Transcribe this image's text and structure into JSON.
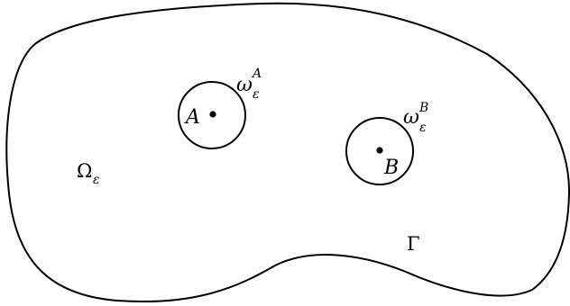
{
  "diagram": {
    "domain_label": {
      "base": "Ω",
      "sub": "ε"
    },
    "boundary_label": "Γ",
    "point_a": {
      "name": "A",
      "hole_label": {
        "base": "ω",
        "sub": "ε",
        "sup": "A"
      }
    },
    "point_b": {
      "name": "B",
      "hole_label": {
        "base": "ω",
        "sub": "ε",
        "sup": "B"
      }
    },
    "colors": {
      "stroke": "#000000",
      "background": "#ffffff"
    }
  }
}
